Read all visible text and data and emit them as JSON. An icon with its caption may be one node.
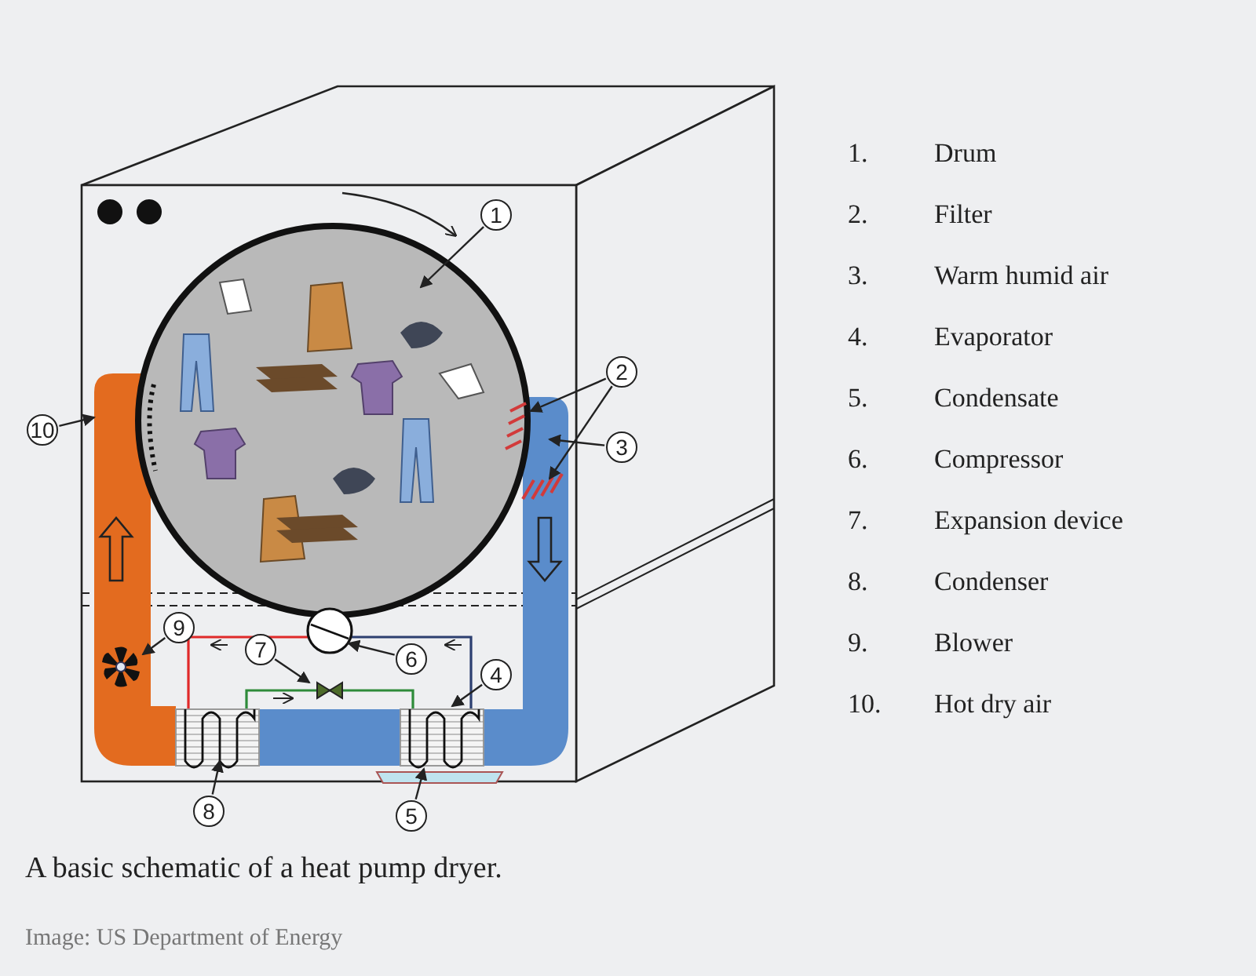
{
  "diagram": {
    "caption": "A basic schematic of a heat pump dryer.",
    "nodes": [
      {
        "text": [
          "1"
        ]
      },
      {
        "text": [
          "2"
        ]
      },
      {
        "text": [
          "3"
        ]
      },
      {
        "text": [
          "4"
        ]
      },
      {
        "text": [
          "5"
        ]
      },
      {
        "text": [
          "6"
        ]
      },
      {
        "text": [
          "7"
        ]
      },
      {
        "text": [
          "8"
        ]
      },
      {
        "text": [
          "9"
        ]
      },
      {
        "text": [
          "10"
        ]
      }
    ],
    "edges": [
      {
        "from": 0,
        "to": null,
        "arrow": "to"
      },
      {
        "from": 1,
        "to": null,
        "arrow": "to"
      },
      {
        "from": 1,
        "to": null,
        "arrow": "to"
      },
      {
        "from": 2,
        "to": null,
        "arrow": "to"
      },
      {
        "from": 3,
        "to": null,
        "arrow": "to"
      },
      {
        "from": 4,
        "to": null,
        "arrow": "to"
      },
      {
        "from": 5,
        "to": null,
        "arrow": "to"
      },
      {
        "from": 6,
        "to": null,
        "arrow": "to"
      },
      {
        "from": 7,
        "to": null,
        "arrow": "to"
      },
      {
        "from": 8,
        "to": null,
        "arrow": "to"
      },
      {
        "from": 9,
        "to": null,
        "arrow": "to"
      }
    ],
    "labels": [
      "1.",
      "Drum",
      "2.",
      "Filter",
      "3.",
      "Warm humid air",
      "4.",
      "Evaporator",
      "5.",
      "Condensate",
      "6.",
      "Compressor",
      "7.",
      "Expansion device",
      "8.",
      "Condenser",
      "9.",
      "Blower",
      "10.",
      "Hot dry air",
      "Image: US Department of Energy"
    ]
  }
}
